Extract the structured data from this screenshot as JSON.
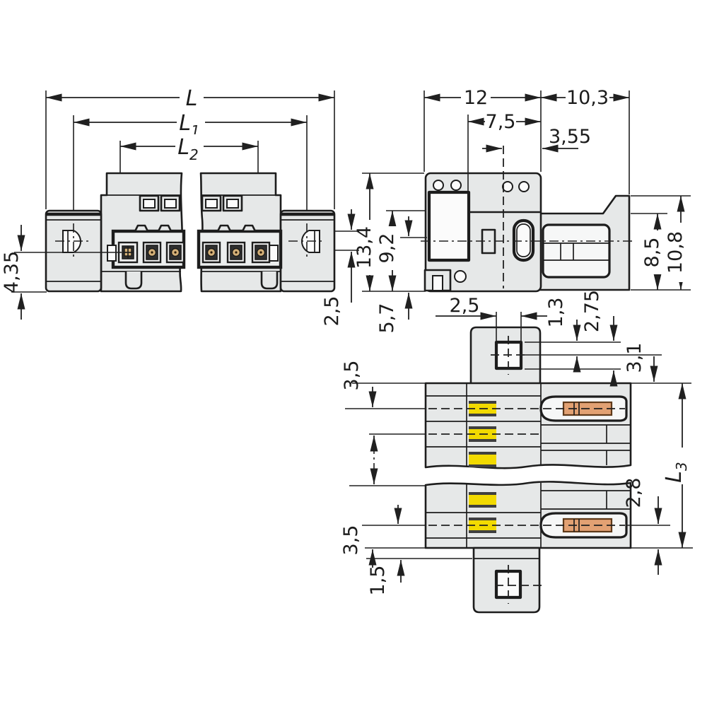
{
  "drawing": {
    "type": "technical-dimension-drawing",
    "subject": "pluggable male PCB connector header shown in three orthographic views with metric dimensions",
    "background": "#ffffff"
  },
  "colors": {
    "line": "#1d1d1d",
    "body_gray": "#e6e8e8",
    "panel_gray": "#eceeee",
    "white_detail": "#fbfbfb",
    "contact_yellow": "#f2da00",
    "contact_yellow_edge": "#3f3f3f",
    "contact_copper": "#e2a173",
    "contact_gold": "#d4b078"
  },
  "front_view": {
    "dim_overall": "L",
    "dim_l1_base": "L",
    "dim_l1_sub": "1",
    "dim_l2_base": "L",
    "dim_l2_sub": "2",
    "dim_center_to_bottom": "4,35",
    "dim_right_band": "2,5"
  },
  "side_view": {
    "dim_depth": "12",
    "dim_inner_depth": "7,5",
    "dim_shroud_depth": "10,3",
    "dim_center_offset": "3,55",
    "dim_total_height": "13,4",
    "dim_mid_height": "9,2",
    "dim_lower_height": "5,7",
    "dim_shroud_height": "8,5",
    "dim_shroud_total_height": "10,8"
  },
  "bottom_view": {
    "dim_pin_width": "2,5",
    "dim_pin_top": "1,3",
    "dim_pin_depth": "2,75",
    "dim_first_pole": "3,1",
    "dim_top_edge_to_pole": "3,5",
    "dim_bottom_edge_to_pole": "3,5",
    "dim_foot": "1,5",
    "dim_last_pole": "2,8",
    "dim_length_base": "L",
    "dim_length_sub": "3"
  }
}
